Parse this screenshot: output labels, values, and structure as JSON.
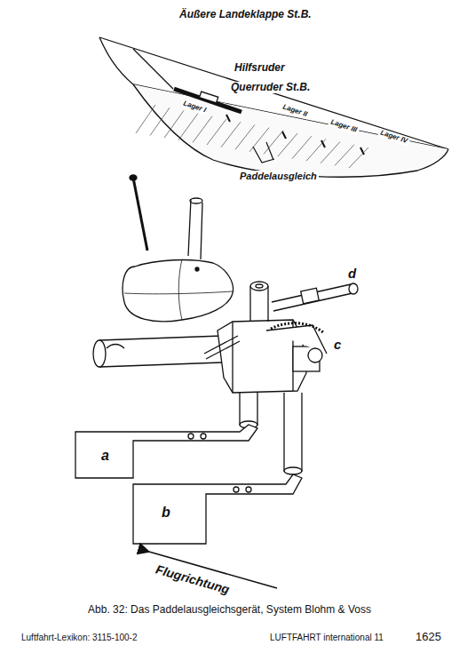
{
  "diagram": {
    "caption": "Abb. 32: Das Paddelausgleichsgerät, System Blohm & Voss",
    "labels": [
      "Äußere Landeklappe St.B.",
      "Hilfsruder",
      "Querruder St.B.",
      "Lager I",
      "Lager II",
      "Lager III",
      "Lager IV",
      "Paddelausgleich",
      "d",
      "c",
      "a",
      "b",
      "Flugrichtung",
      "Luftfahrt-Lexikon:  3115-100-2",
      "LUFTFAHRT international  11",
      "1625"
    ]
  }
}
